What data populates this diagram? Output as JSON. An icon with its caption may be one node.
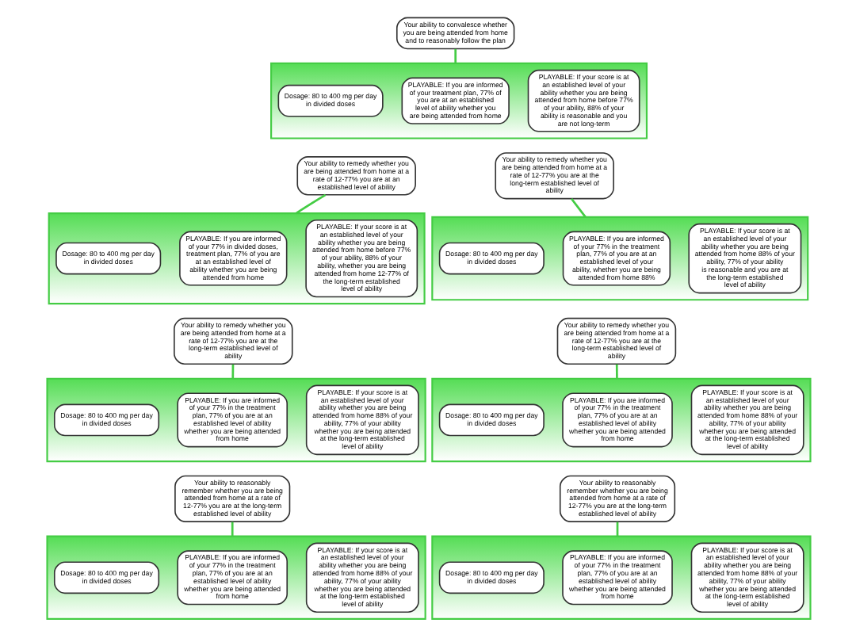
{
  "diagram": {
    "nodes": [
      {
        "text": [
          "Your ability to convalesce whether you are being attended from home and to reasonably follow the plan"
        ]
      },
      {
        "text": [],
        "shape": "box"
      },
      {
        "text": [
          "Dosage: 80 to 400 mg per day in divided doses"
        ],
        "in": 1
      },
      {
        "text": [
          "PLAYABLE: If you are informed of your treatment plan, 77% of you are at an established level of ability whether you are being attended from home"
        ],
        "in": 1
      },
      {
        "text": [
          "PLAYABLE: If your score is at an established level of your ability whether you are being attended from home before 77% of your ability, 88% of your ability is reasonable and you are not long-term"
        ],
        "in": 1
      },
      {
        "text": [
          "Your ability to remedy whether you are being attended from home at a rate of 12-77% you are at an established level of ability"
        ]
      },
      {
        "text": [],
        "shape": "box"
      },
      {
        "text": [
          "Dosage: 80 to 400 mg per day in divided doses"
        ],
        "in": 6
      },
      {
        "text": [
          "PLAYABLE: If you are informed of your 77% in divided doses, treatment plan, 77% of you are at an established level of ability whether you are being attended from home"
        ],
        "in": 6
      },
      {
        "text": [
          "PLAYABLE: If your score is at an established level of your ability whether you are being attended from home before 77% of your ability, 88% of your ability, whether you are being attended from home 12-77% of the long-term established level of ability"
        ],
        "in": 6
      },
      {
        "text": [
          "Your ability to remedy whether you are being attended from home at a rate of 12-77% you are at the long-term established level of ability"
        ]
      },
      {
        "text": [],
        "shape": "box"
      },
      {
        "text": [
          "Dosage: 80 to 400 mg per day in divided doses"
        ],
        "in": 11
      },
      {
        "text": [
          "PLAYABLE: If you are informed of your 77% in the treatment plan, 77% of you are at an established level of your ability, whether you are being attended from home 88%"
        ],
        "in": 11
      },
      {
        "text": [
          "PLAYABLE: If your score is at an established level of your ability whether you are being attended from home 88% of your ability, 77% of your ability is reasonable and you are at the long-term established level of ability"
        ],
        "in": 11
      },
      {
        "text": [
          "Your ability to remedy whether you are being attended from home at a rate of 12-77% you are at the long-term established level of ability"
        ]
      },
      {
        "text": [],
        "shape": "box"
      },
      {
        "text": [
          "Dosage: 80 to 400 mg per day in divided doses"
        ],
        "in": 16
      },
      {
        "text": [
          "PLAYABLE: If you are informed of your 77% in the treatment plan, 77% of you are at an established level of ability whether you are being attended from home"
        ],
        "in": 16
      },
      {
        "text": [
          "PLAYABLE: If your score is at an established level of your ability whether you are being attended from home 88% of your ability, 77% of your ability whether you are being attended at the long-term established level of ability"
        ],
        "in": 16
      },
      {
        "text": [
          "Your ability to remedy whether you are being attended from home at a rate of 12-77% you are at the long-term established level of ability"
        ]
      },
      {
        "text": [],
        "shape": "box"
      },
      {
        "text": [
          "Dosage: 80 to 400 mg per day in divided doses"
        ],
        "in": 21
      },
      {
        "text": [
          "PLAYABLE: If you are informed of your 77% in the treatment plan, 77% of you are at an established level of ability whether you are being attended from home"
        ],
        "in": 21
      },
      {
        "text": [
          "PLAYABLE: If your score is at an established level of your ability whether you are being attended from home 88% of your ability, 77% of your ability whether you are being attended at the long-term established level of ability"
        ],
        "in": 21
      },
      {
        "text": [
          "Your ability to reasonably remember whether you are being attended from home at a rate of 12-77% you are at the long-term established level of ability"
        ]
      },
      {
        "text": [],
        "shape": "box"
      },
      {
        "text": [
          "Dosage: 80 to 400 mg per day in divided doses"
        ],
        "in": 26
      },
      {
        "text": [
          "PLAYABLE: If you are informed of your 77% in the treatment plan, 77% of you are at an established level of ability whether you are being attended from home"
        ],
        "in": 26
      },
      {
        "text": [
          "PLAYABLE: If your score is at an established level of your ability whether you are being attended from home 88% of your ability, 77% of your ability whether you are being attended at the long-term established level of ability"
        ],
        "in": 26
      },
      {
        "text": [
          "Your ability to reasonably remember whether you are being attended from home at a rate of 12-77% you are at the long-term established level of ability"
        ]
      },
      {
        "text": [],
        "shape": "box"
      },
      {
        "text": [
          "Dosage: 80 to 400 mg per day in divided doses"
        ],
        "in": 31
      },
      {
        "text": [
          "PLAYABLE: If you are informed of your 77% in the treatment plan, 77% of you are at an established level of ability whether you are being attended from home"
        ],
        "in": 31
      },
      {
        "text": [
          "PLAYABLE: If your score is at an established level of your ability whether you are being attended from home 88% of your ability, 77% of your ability whether you are being attended at the long-term established level of ability"
        ],
        "in": 31
      }
    ],
    "edges": [
      {
        "from": 0,
        "to": 1,
        "arrow": "none"
      },
      {
        "from": 5,
        "to": 6,
        "arrow": "none"
      },
      {
        "from": 10,
        "to": 11,
        "arrow": "none"
      },
      {
        "from": 15,
        "to": 16,
        "arrow": "none"
      },
      {
        "from": 20,
        "to": 21,
        "arrow": "none"
      },
      {
        "from": 25,
        "to": 26,
        "arrow": "none"
      },
      {
        "from": 30,
        "to": 31,
        "arrow": "none"
      }
    ]
  }
}
